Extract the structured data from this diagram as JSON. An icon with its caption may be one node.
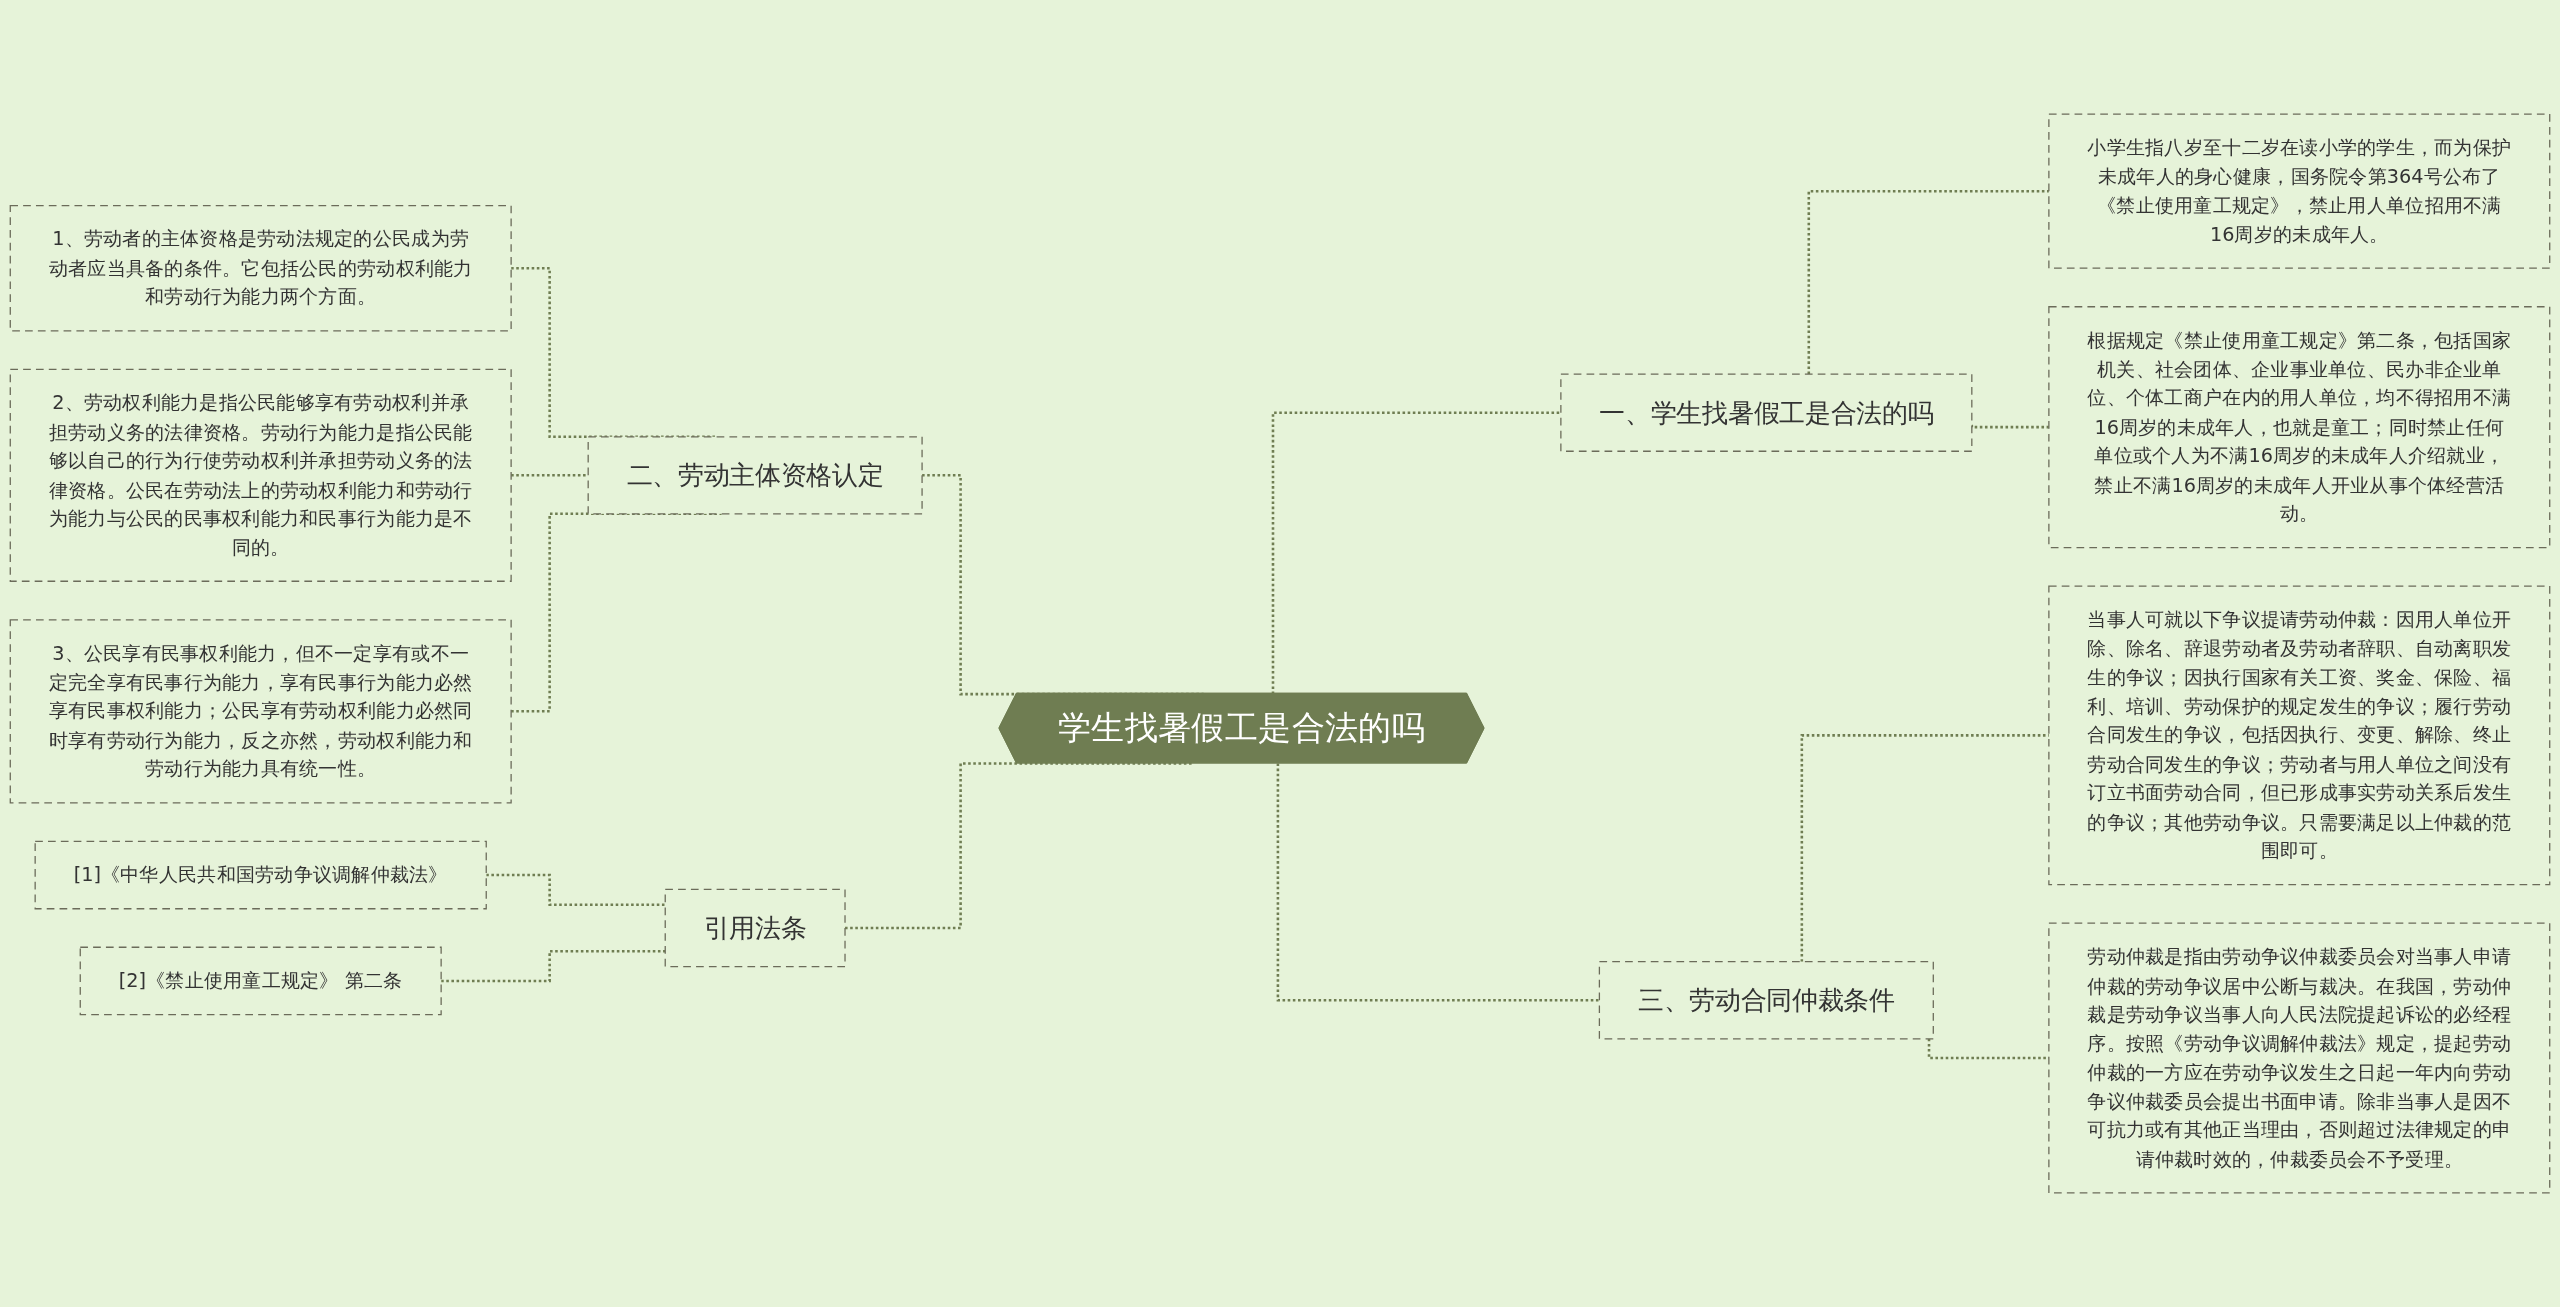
{
  "diagram": {
    "nodes": [
      {
        "text": [
          "学生找暑假工是合法的吗"
        ]
      },
      {
        "text": [
          "一、学生找暑假工是合法的吗"
        ]
      },
      {
        "text": [
          "小学生指八岁至十二岁在读小学的学生，而为保护未成年人的身心健康，国务院令第364号公布了《禁止使用童工规定》，禁止用人单位招用不满16周岁的未成年人。"
        ]
      },
      {
        "text": [
          "根据规定《禁止使用童工规定》第二条，包括国家机关、社会团体、企业事业单位、民办非企业单位、个体工商户在内的用人单位，均不得招用不满16周岁的未成年人，也就是童工；同时禁止任何单位或个人为不满16周岁的未成年人介绍就业，禁止不满16周岁的未成年人开业从事个体经营活动。"
        ]
      },
      {
        "text": [
          "二、劳动主体资格认定"
        ]
      },
      {
        "text": [
          "1、劳动者的主体资格是劳动法规定的公民成为劳动者应当具备的条件。它包括公民的劳动权利能力和劳动行为能力两个方面。"
        ]
      },
      {
        "text": [
          "2、劳动权利能力是指公民能够享有劳动权利并承担劳动义务的法律资格。劳动行为能力是指公民能够以自己的行为行使劳动权利并承担劳动义务的法律资格。公民在劳动法上的劳动权利能力和劳动行为能力与公民的民事权利能力和民事行为能力是不同的。"
        ]
      },
      {
        "text": [
          "3、公民享有民事权利能力，但不一定享有或不一定完全享有民事行为能力，享有民事行为能力必然享有民事权利能力；公民享有劳动权利能力必然同时享有劳动行为能力，反之亦然，劳动权利能力和劳动行为能力具有统一性。"
        ]
      },
      {
        "text": [
          "三、劳动合同仲裁条件"
        ]
      },
      {
        "text": [
          "当事人可就以下争议提请劳动仲裁：因用人单位开除、除名、辞退劳动者及劳动者辞职、自动离职发生的争议；因执行国家有关工资、奖金、保险、福利、培训、劳动保护的规定发生的争议；履行劳动合同发生的争议，包括因执行、变更、解除、终止劳动合同发生的争议；劳动者与用人单位之间没有订立书面劳动合同，但已形成事实劳动关系后发生的争议；其他劳动争议。只需要满足以上仲裁的范围即可。"
        ]
      },
      {
        "text": [
          "劳动仲裁是指由劳动争议仲裁委员会对当事人申请仲裁的劳动争议居中公断与裁决。在我国，劳动仲裁是劳动争议当事人向人民法院提起诉讼的必经程序。按照《劳动争议调解仲裁法》规定，提起劳动仲裁的一方应在劳动争议发生之日起一年内向劳动争议仲裁委员会提出书面申请。除非当事人是因不可抗力或有其他正当理由，否则超过法律规定的申请仲裁时效的，仲裁委员会不予受理。"
        ]
      },
      {
        "text": [
          "引用法条"
        ]
      },
      {
        "text": [
          "[1]《中华人民共和国劳动争议调解仲裁法》"
        ]
      },
      {
        "text": [
          "[2]《禁止使用童工规定》 第二条"
        ]
      }
    ],
    "edges": [
      {
        "from": 0,
        "to": 1,
        "arrow": "none",
        "style": "dashed"
      },
      {
        "from": 1,
        "to": 2,
        "arrow": "none",
        "style": "dashed"
      },
      {
        "from": 1,
        "to": 3,
        "arrow": "none",
        "style": "dashed"
      },
      {
        "from": 0,
        "to": 4,
        "arrow": "none",
        "style": "dashed"
      },
      {
        "from": 4,
        "to": 5,
        "arrow": "none",
        "style": "dashed"
      },
      {
        "from": 4,
        "to": 6,
        "arrow": "none",
        "style": "dashed"
      },
      {
        "from": 4,
        "to": 7,
        "arrow": "none",
        "style": "dashed"
      },
      {
        "from": 0,
        "to": 8,
        "arrow": "none",
        "style": "dashed"
      },
      {
        "from": 8,
        "to": 9,
        "arrow": "none",
        "style": "dashed"
      },
      {
        "from": 8,
        "to": 10,
        "arrow": "none",
        "style": "dashed"
      },
      {
        "from": 0,
        "to": 11,
        "arrow": "none",
        "style": "dashed"
      },
      {
        "from": 11,
        "to": 12,
        "arrow": "none",
        "style": "dashed"
      },
      {
        "from": 11,
        "to": 13,
        "arrow": "none",
        "style": "dashed"
      }
    ]
  }
}
